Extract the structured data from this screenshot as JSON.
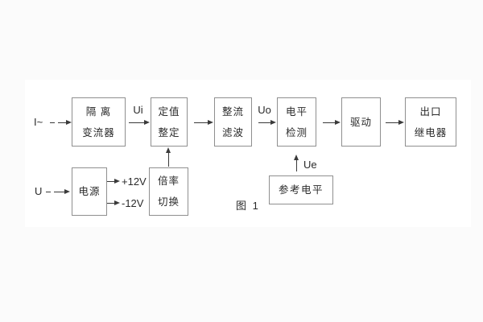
{
  "figure": {
    "caption": "图 1"
  },
  "labels": {
    "input_current": "I~",
    "input_voltage": "U",
    "ui": "Ui",
    "uo": "Uo",
    "ue": "Ue",
    "plus12v": "+12V",
    "minus12v": "-12V"
  },
  "blocks": {
    "isolation": {
      "line1": "隔 离",
      "line2": "变流器"
    },
    "setting": {
      "line1": "定值",
      "line2": "整定"
    },
    "rectifier": {
      "line1": "整流",
      "line2": "滤波"
    },
    "level": {
      "line1": "电平",
      "line2": "检测"
    },
    "drive": {
      "line1": "驱动"
    },
    "relay": {
      "line1": "出口",
      "line2": "继电器"
    },
    "power": {
      "line1": "电源"
    },
    "ratio": {
      "line1": "倍率",
      "line2": "切换"
    },
    "reference": {
      "line1": "参考电平"
    }
  },
  "colors": {
    "background": "#fbfbfb",
    "page": "#ffffff",
    "line": "#8f8f8f",
    "arrow": "#3a3a3a",
    "text": "#2a2a2a"
  }
}
